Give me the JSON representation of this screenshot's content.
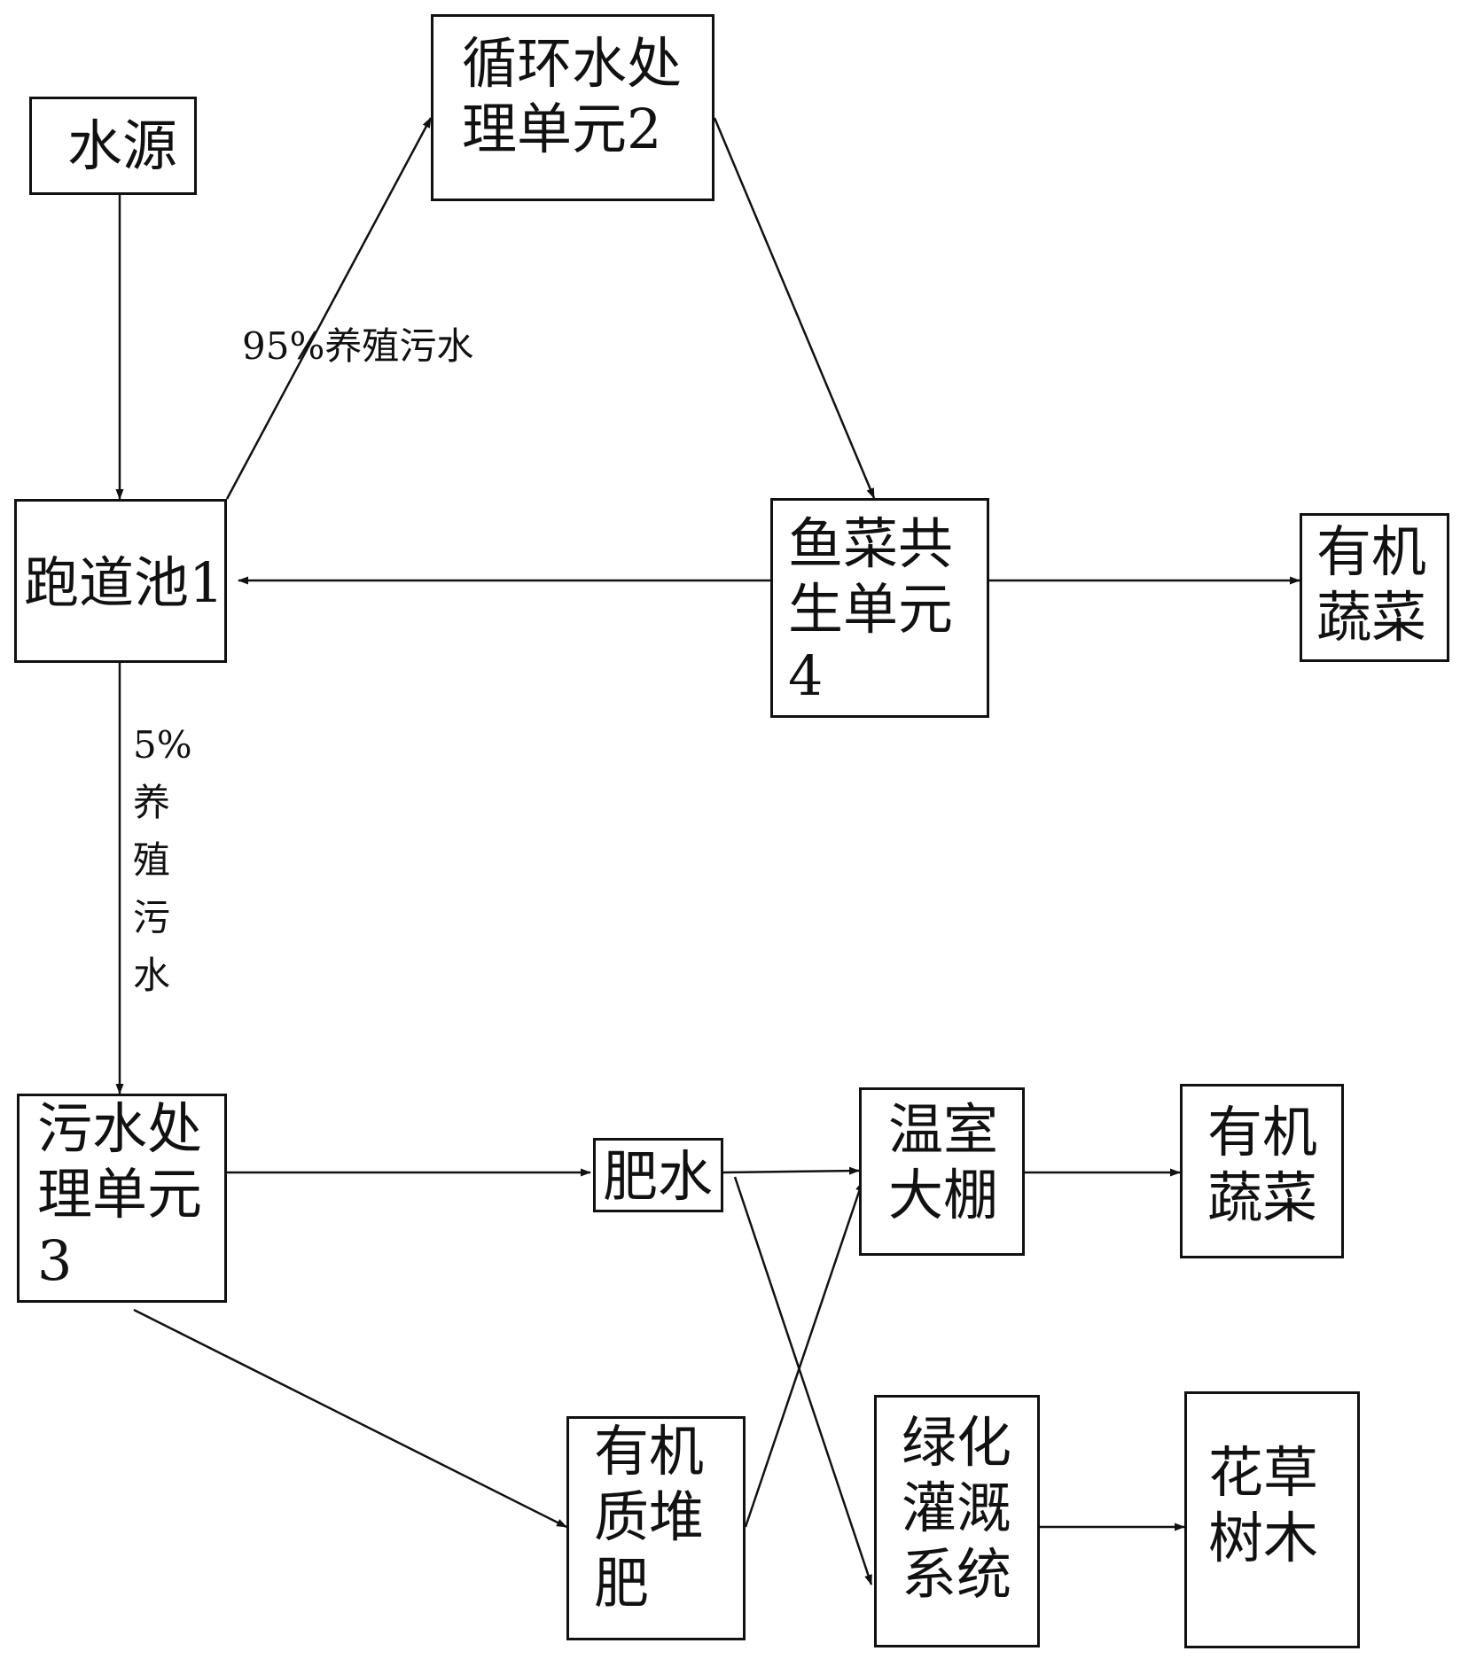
{
  "nodes": {
    "water_source": "水源",
    "raceway_pond": "跑道池1",
    "recirc_treatment": "循环水处\n理单元2",
    "aquaponics": "鱼菜共\n生单元\n4",
    "organic_veg_top": "有机\n蔬菜",
    "sewage_treatment": "污水处\n理单元\n3",
    "fertilizer_water": "肥水",
    "greenhouse": "温室\n大棚",
    "organic_veg_bottom": "有机\n蔬菜",
    "organic_compost": "有机\n质堆\n肥",
    "green_irrigation": "绿化\n灌溉\n系统",
    "flowers_trees": "花草\n树木"
  },
  "edge_labels": {
    "to_recirc": "95%养殖污水",
    "to_sewage": "5%\n养\n殖\n污\n水"
  },
  "colors": {
    "stroke": "#111111",
    "background": "#ffffff"
  }
}
